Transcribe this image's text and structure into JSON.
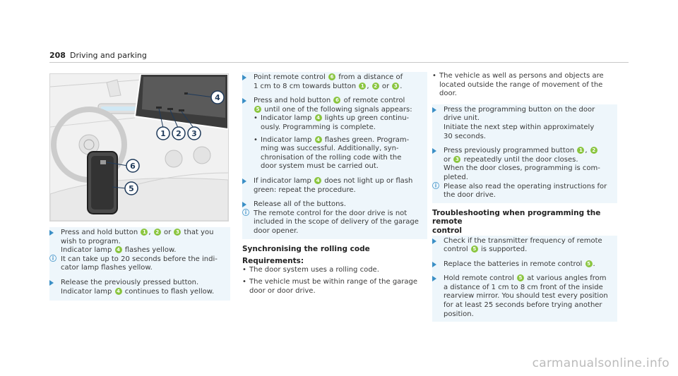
{
  "header": {
    "page_number": "208",
    "section": "Driving and parking"
  },
  "figure": {
    "labels": [
      "1",
      "2",
      "3",
      "4",
      "5",
      "6"
    ]
  },
  "col1": {
    "s1a": "Press and hold button ",
    "s1b": ", ",
    "s1c": " or ",
    "s1d": " that you",
    "s1e": "wish to program.",
    "s1f": "Indicator lamp ",
    "s1g": " flashes yellow.",
    "n1a": "It can take up to 20 seconds before the indi-",
    "n1b": "cator lamp flashes yellow.",
    "s2a": "Release the previously pressed button.",
    "s2b": "Indicator lamp ",
    "s2c": " continues to flash yellow."
  },
  "col2": {
    "s1a": "Point remote control ",
    "s1b": " from a distance of",
    "s1c": "1 cm to 8 cm towards button ",
    "s1d": ", ",
    "s1e": " or ",
    "s1f": ".",
    "s2a": "Press and hold button ",
    "s2b": " of remote control",
    "s2c": " until one of the following signals appears:",
    "b1a": "Indicator lamp ",
    "b1b": " lights up green continu-",
    "b1c": "ously. Programming is complete.",
    "b2a": "Indicator lamp ",
    "b2b": " flashes green. Program-",
    "b2c": "ming was successful. Additionally, syn-",
    "b2d": "chronisation of the rolling code with the",
    "b2e": "door system must be carried out.",
    "s3a": "If indicator lamp ",
    "s3b": " does not light up or flash",
    "s3c": "green: repeat the procedure.",
    "s4": "Release all of the buttons.",
    "n1a": "The remote control for the door drive is not",
    "n1b": "included in the scope of delivery of the garage",
    "n1c": "door opener.",
    "heading": "Synchronising the rolling code",
    "req": "Requirements:",
    "r1": "The door system uses a rolling code.",
    "r2a": "The vehicle must be within range of the garage",
    "r2b": "door or door drive."
  },
  "col3": {
    "b1a": "The vehicle as well as persons and objects are",
    "b1b": "located outside the range of movement of the",
    "b1c": "door.",
    "s1a": "Press the programming button on the door",
    "s1b": "drive unit.",
    "s1c": "Initiate the next step within approximately",
    "s1d": "30 seconds.",
    "s2a": "Press previously programmed button ",
    "s2b": ", ",
    "s2c": "or ",
    "s2d": " repeatedly until the door closes.",
    "s2e": "When the door closes, programming is com-",
    "s2f": "pleted.",
    "n1a": "Please also read the operating instructions for",
    "n1b": "the door drive.",
    "heading1": "Troubleshooting when programming the remote",
    "heading2": "control",
    "s3a": "Check if the transmitter frequency of remote",
    "s3b": "control ",
    "s3c": " is supported.",
    "s4a": "Replace the batteries in remote control ",
    "s4b": ".",
    "s5a": "Hold remote control ",
    "s5b": " at various angles from",
    "s5c": "a distance of 1 cm to 8 cm front of the inside",
    "s5d": "rearview mirror. You should test every position",
    "s5e": "for at least 25 seconds before trying another",
    "s5f": "position."
  },
  "watermark": "carmanualsonline.info"
}
